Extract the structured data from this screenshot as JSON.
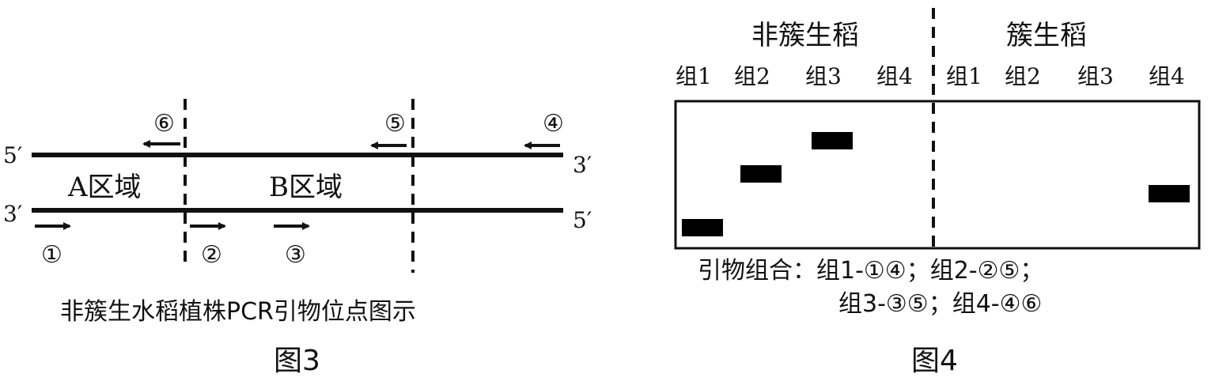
{
  "figure3": {
    "caption": "非簇生水稻植株PCR引物位点图示",
    "title": "图3",
    "strand_top": {
      "left_end": "5′",
      "right_end": "3′"
    },
    "strand_bottom": {
      "left_end": "3′",
      "right_end": "5′"
    },
    "region_a": "A区域",
    "region_b": "B区域",
    "primers": [
      {
        "id": "1",
        "symbol": "①",
        "direction": "right",
        "strand": "bottom"
      },
      {
        "id": "2",
        "symbol": "②",
        "direction": "right",
        "strand": "bottom"
      },
      {
        "id": "3",
        "symbol": "③",
        "direction": "right",
        "strand": "bottom"
      },
      {
        "id": "4",
        "symbol": "④",
        "direction": "left",
        "strand": "top"
      },
      {
        "id": "5",
        "symbol": "⑤",
        "direction": "left",
        "strand": "top"
      },
      {
        "id": "6",
        "symbol": "⑥",
        "direction": "left",
        "strand": "top"
      }
    ]
  },
  "figure4": {
    "title": "图4",
    "group_non_cluster": "非簇生稻",
    "group_cluster": "簇生稻",
    "lanes_non_cluster": [
      "组1",
      "组2",
      "组3",
      "组4"
    ],
    "lanes_cluster": [
      "组1",
      "组2",
      "组3",
      "组4"
    ],
    "bands": [
      {
        "sample": "non_cluster",
        "lane": 1,
        "present": true,
        "level": 1
      },
      {
        "sample": "non_cluster",
        "lane": 2,
        "present": true,
        "level": 3
      },
      {
        "sample": "non_cluster",
        "lane": 3,
        "present": true,
        "level": 4
      },
      {
        "sample": "non_cluster",
        "lane": 4,
        "present": false
      },
      {
        "sample": "cluster",
        "lane": 1,
        "present": false
      },
      {
        "sample": "cluster",
        "lane": 2,
        "present": false
      },
      {
        "sample": "cluster",
        "lane": 3,
        "present": false
      },
      {
        "sample": "cluster",
        "lane": 4,
        "present": true,
        "level": 2
      }
    ],
    "primer_combo_line1": "引物组合：组1-①④；组2-②⑤；",
    "primer_combo_line2": "组3-③⑤；组4-④⑥"
  }
}
